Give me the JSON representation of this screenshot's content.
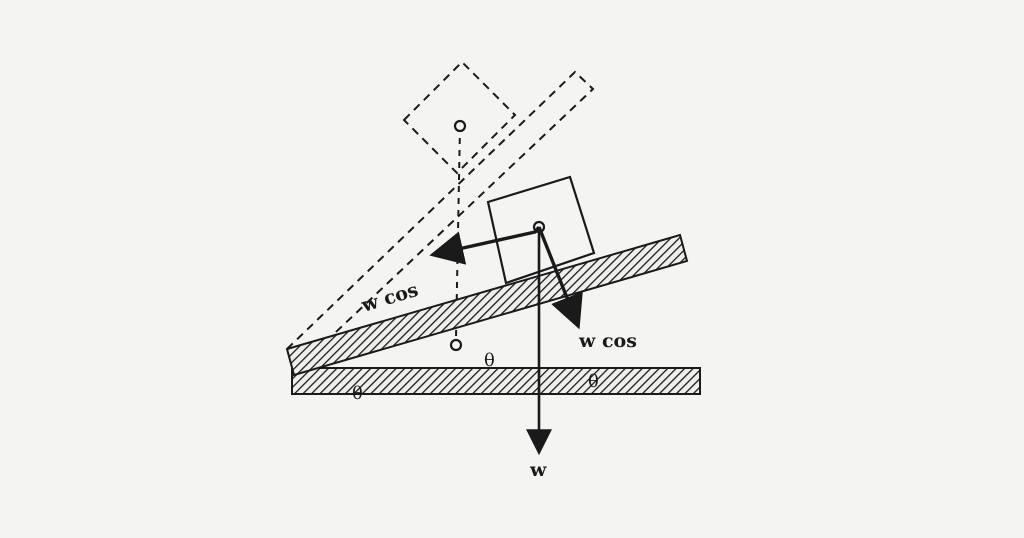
{
  "labels": {
    "w_cos_left": "w cos",
    "w_cos_right": "w cos",
    "w_bottom": "w",
    "theta_mid": "θ",
    "theta_left": "θ",
    "theta_right": "θ"
  },
  "colors": {
    "ink": "#1a1a1a",
    "background": "#f4f4f2"
  }
}
